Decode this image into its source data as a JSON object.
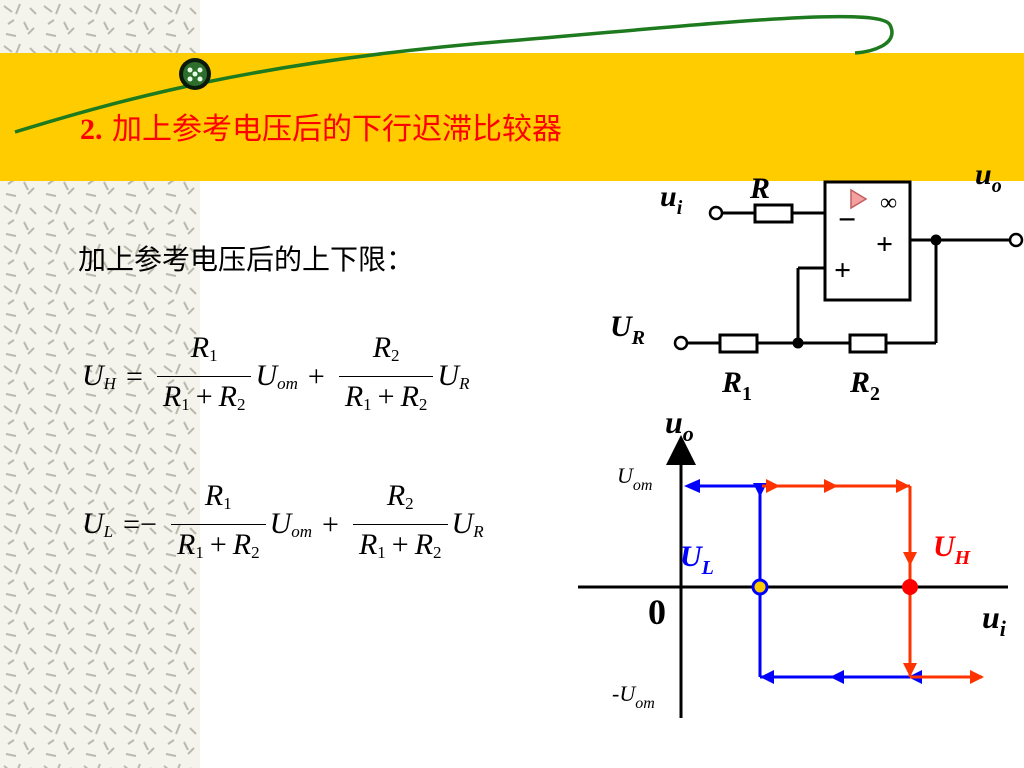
{
  "title": {
    "number": "2.",
    "text": "加上参考电压后的下行迟滞比较器"
  },
  "intro_text": "加上参考电压后的上下限：",
  "formulas": {
    "uh": {
      "lhs": "U",
      "lhs_sub": "H",
      "sign": "=",
      "plus": "+",
      "f1_num": "R",
      "f1_num_sub": "1",
      "f1_den_a": "R",
      "f1_den_a_sub": "1",
      "f1_den_plus": "+",
      "f1_den_b": "R",
      "f1_den_b_sub": "2",
      "term1": "U",
      "term1_sub": "om",
      "f2_num": "R",
      "f2_num_sub": "2",
      "f2_den_a": "R",
      "f2_den_a_sub": "1",
      "f2_den_plus": "+",
      "f2_den_b": "R",
      "f2_den_b_sub": "2",
      "term2": "U",
      "term2_sub": "R"
    },
    "ul": {
      "lhs": "U",
      "lhs_sub": "L",
      "sign": "=−",
      "plus": "+",
      "f1_num": "R",
      "f1_num_sub": "1",
      "f1_den_a": "R",
      "f1_den_a_sub": "1",
      "f1_den_plus": "+",
      "f1_den_b": "R",
      "f1_den_b_sub": "2",
      "term1": "U",
      "term1_sub": "om",
      "f2_num": "R",
      "f2_num_sub": "2",
      "f2_den_a": "R",
      "f2_den_a_sub": "1",
      "f2_den_plus": "+",
      "f2_den_b": "R",
      "f2_den_b_sub": "2",
      "term2": "U",
      "term2_sub": "R"
    }
  },
  "circuit": {
    "input_label": "u",
    "input_sub": "i",
    "resistor_r": "R",
    "output_label": "u",
    "output_sub": "o",
    "opamp_symbol": "∞",
    "minus": "−",
    "plus_out": "+",
    "plus_in": "+",
    "ref_label": "U",
    "ref_sub": "R",
    "r1_label": "R",
    "r1_sub": "1",
    "r2_label": "R",
    "r2_sub": "2"
  },
  "graph": {
    "y_axis_label": "u",
    "y_axis_sub": "o",
    "x_axis_label": "u",
    "x_axis_sub": "i",
    "origin_label": "0",
    "uom_label": "U",
    "uom_sub": "om",
    "neg_uom_prefix": "-",
    "neg_uom_label": "U",
    "neg_uom_sub": "om",
    "ul_label": "U",
    "ul_sub": "L",
    "uh_label": "U",
    "uh_sub": "H"
  },
  "colors": {
    "banner": "#ffcc00",
    "title": "#ff0000",
    "blue_trace": "#0000ff",
    "red_trace": "#ff3300",
    "swoosh": "#1e7a1e"
  }
}
